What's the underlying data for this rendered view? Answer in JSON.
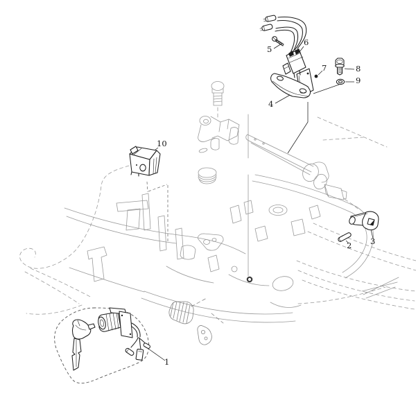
{
  "diagram": {
    "kind": "exploded-parts-diagram",
    "background_color": "#ffffff",
    "part_line_color": "#1e1e1e",
    "ghost_line_color": "#9a9a9a",
    "callouts": [
      "1",
      "2",
      "3",
      "4",
      "5",
      "6",
      "7",
      "8",
      "9",
      "10"
    ]
  }
}
